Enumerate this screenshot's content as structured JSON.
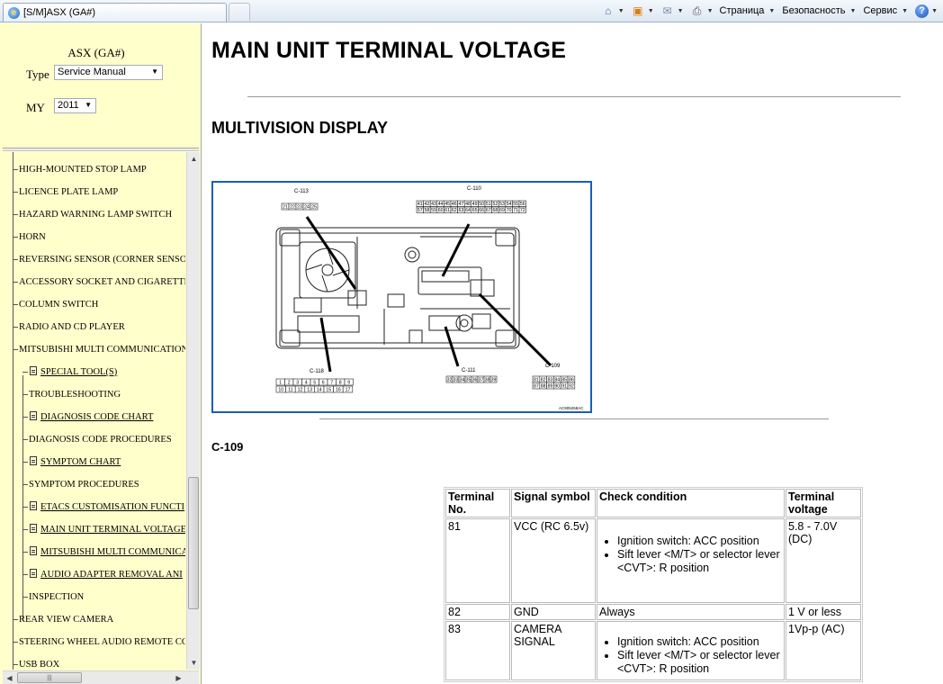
{
  "browser": {
    "tab_title": "[S/M]ASX (GA#)",
    "commands": {
      "page": "Страница",
      "security": "Безопасность",
      "tools": "Сервис"
    }
  },
  "left_panel": {
    "vehicle": "ASX (GA#)",
    "type_label": "Type",
    "type_value": "Service Manual",
    "my_label": "MY",
    "my_value": "2011"
  },
  "tree": {
    "items": [
      {
        "label": "HIGH-MOUNTED STOP LAMP",
        "level": 1,
        "link": false
      },
      {
        "label": "LICENCE PLATE LAMP",
        "level": 1,
        "link": false
      },
      {
        "label": "HAZARD WARNING LAMP SWITCH",
        "level": 1,
        "link": false
      },
      {
        "label": "HORN",
        "level": 1,
        "link": false
      },
      {
        "label": "REVERSING SENSOR (CORNER SENSOR",
        "level": 1,
        "link": false
      },
      {
        "label": "ACCESSORY SOCKET AND CIGARETTE",
        "level": 1,
        "link": false
      },
      {
        "label": "COLUMN SWITCH",
        "level": 1,
        "link": false
      },
      {
        "label": "RADIO AND CD PLAYER",
        "level": 1,
        "link": false
      },
      {
        "label": "MITSUBISHI MULTI COMMUNICATION",
        "level": 1,
        "link": false
      },
      {
        "label": "SPECIAL TOOL(S)",
        "level": 2,
        "link": true
      },
      {
        "label": "TROUBLESHOOTING",
        "level": 2,
        "link": false
      },
      {
        "label": "DIAGNOSIS CODE CHART",
        "level": 2,
        "link": true
      },
      {
        "label": "DIAGNOSIS CODE PROCEDURES",
        "level": 2,
        "link": false
      },
      {
        "label": "SYMPTOM CHART",
        "level": 2,
        "link": true
      },
      {
        "label": "SYMPTOM PROCEDURES",
        "level": 2,
        "link": false
      },
      {
        "label": "ETACS CUSTOMISATION FUNCTI",
        "level": 2,
        "link": true
      },
      {
        "label": "MAIN UNIT TERMINAL VOLTAGE",
        "level": 2,
        "link": true
      },
      {
        "label": "MITSUBISHI MULTI COMMUNICA",
        "level": 2,
        "link": true
      },
      {
        "label": "AUDIO ADAPTER REMOVAL ANI",
        "level": 2,
        "link": true
      },
      {
        "label": "INSPECTION",
        "level": 2,
        "link": false
      },
      {
        "label": "REAR VIEW CAMERA",
        "level": 1,
        "link": false
      },
      {
        "label": "STEERING WHEEL AUDIO REMOTE CO",
        "level": 1,
        "link": false
      },
      {
        "label": "USB BOX",
        "level": 1,
        "link": false
      }
    ]
  },
  "content": {
    "title": "MAIN UNIT TERMINAL VOLTAGE",
    "section": "MULTIVISION DISPLAY",
    "subsection": "C-109",
    "figure": {
      "connectors": {
        "c113": "C-113",
        "c110": "C-110",
        "c118": "C-118",
        "c111": "C-111",
        "c109": "C-109"
      },
      "pins": {
        "c113": [
          "21",
          "22",
          "23",
          "24",
          "25"
        ],
        "c110_top": [
          "41",
          "42",
          "43",
          "44",
          "45",
          "46",
          "47",
          "48",
          "49",
          "50",
          "51",
          "52",
          "53",
          "54",
          "55",
          "56"
        ],
        "c110_bottom": [
          "57",
          "58",
          "59",
          "60",
          "61",
          "62",
          "63",
          "64",
          "65",
          "66",
          "67",
          "68",
          "69",
          "70",
          "71",
          "72"
        ],
        "c118_top": [
          "1",
          "2",
          "3",
          "4",
          "5",
          "6",
          "7",
          "8",
          "9"
        ],
        "c118_bottom": [
          "10",
          "11",
          "12",
          "13",
          "14",
          "15",
          "16",
          "17"
        ],
        "c111": [
          "32",
          "33",
          "34",
          "35",
          "36",
          "37",
          "38",
          "39"
        ],
        "c109_top": [
          "81",
          "82",
          "83",
          "84",
          "85",
          "86"
        ],
        "c109_bottom": [
          "87",
          "88",
          "89",
          "90",
          "91",
          "92"
        ]
      },
      "code": "AC905268AC"
    },
    "table": {
      "headers": [
        "Terminal No.",
        "Signal symbol",
        "Check condition",
        "Terminal voltage"
      ],
      "rows": [
        {
          "terminal": "81",
          "signal": "VCC (RC 6.5v)",
          "conditions": [
            "Ignition switch: ACC position",
            "Sift lever <M/T> or selector lever <CVT>: R position"
          ],
          "condition_text": "",
          "voltage": "5.8 - 7.0V (DC)"
        },
        {
          "terminal": "82",
          "signal": "GND",
          "conditions": [],
          "condition_text": "Always",
          "voltage": "1 V or less"
        },
        {
          "terminal": "83",
          "signal": "CAMERA SIGNAL",
          "conditions": [
            "Ignition switch: ACC position",
            "Sift lever <M/T> or selector lever <CVT>: R position"
          ],
          "condition_text": "",
          "voltage": "1Vp-p (AC)"
        }
      ]
    }
  }
}
